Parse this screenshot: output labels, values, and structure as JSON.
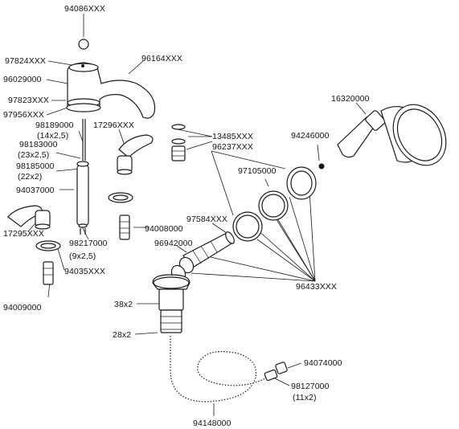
{
  "labels": {
    "p94086": "94086XXX",
    "p97824": "97824XXX",
    "p96029": "96029000",
    "p97823": "97823XXX",
    "p97956": "97956XXX",
    "p96164": "96164XXX",
    "p98189": "98189000",
    "p98189_dim": "(14x2,5)",
    "p98183": "98183000",
    "p98183_dim": "(23x2,5)",
    "p98185": "98185000",
    "p98185_dim": "(22x2)",
    "p94037": "94037000",
    "p17296": "17296XXX",
    "p13485": "13485XXX",
    "p96237": "96237XXX",
    "p16320": "16320000",
    "p94246": "94246000",
    "p97105": "97105000",
    "p17295": "17295XXX",
    "p94008": "94008000",
    "p97584": "97584XXX",
    "p96942": "96942000",
    "p98217": "98217000",
    "p98217_dim": "(9x2,5)",
    "p94035": "94035XXX",
    "p96433": "96433XXX",
    "p94009": "94009000",
    "q38x2": "38x2",
    "q28x2": "28x2",
    "p94074": "94074000",
    "p98127": "98127000",
    "p98127_dim": "(11x2)",
    "p94148": "94148000"
  }
}
